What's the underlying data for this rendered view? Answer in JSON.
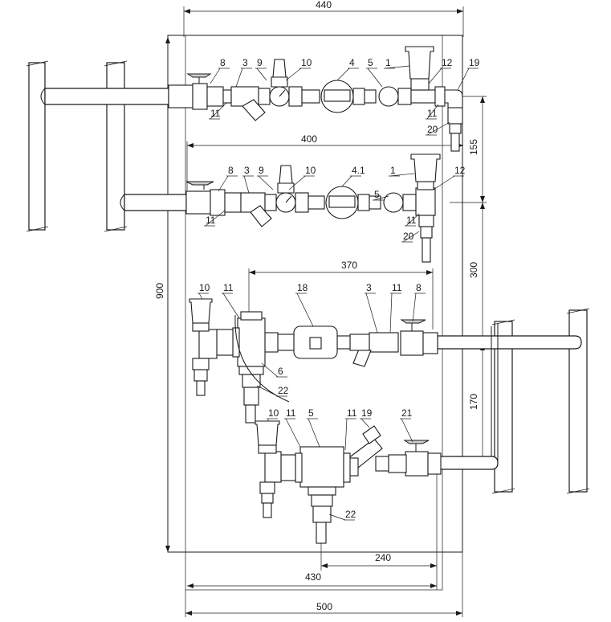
{
  "dimensions": {
    "top_width": "440",
    "row1_to_row2_width": "400",
    "row3_span": "370",
    "height_total": "900",
    "gap_row1_row2": "155",
    "gap_row2_row3": "300",
    "gap_row3_row4": "170",
    "bottom_240": "240",
    "bottom_430": "430",
    "bottom_500": "500"
  },
  "labels": {
    "row1": [
      "8",
      "3",
      "9",
      "10",
      "4",
      "5",
      "1",
      "12",
      "19",
      "11",
      "11",
      "20"
    ],
    "row2": [
      "8",
      "3",
      "9",
      "10",
      "4.1",
      "1",
      "5",
      "12",
      "11",
      "11",
      "20"
    ],
    "row3": [
      "10",
      "11",
      "18",
      "3",
      "11",
      "8",
      "6",
      "22"
    ],
    "row4": [
      "10",
      "11",
      "5",
      "11",
      "19",
      "21",
      "22"
    ]
  }
}
